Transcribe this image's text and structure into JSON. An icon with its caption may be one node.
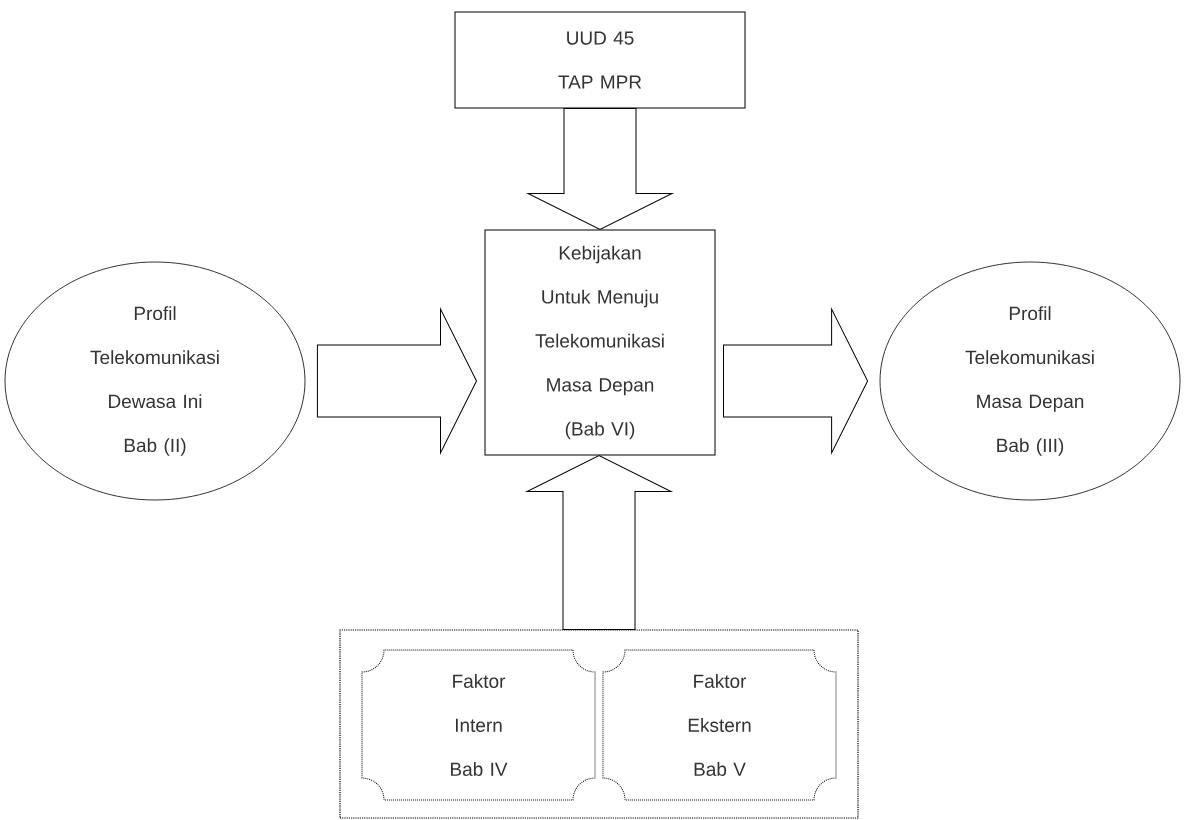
{
  "diagram": {
    "nodes": [
      {
        "text": [
          "UUD 45",
          "TAP MPR"
        ]
      },
      {
        "text": [
          "Profil Telekomunikasi Dewasa Ini",
          "Bab (II)"
        ]
      },
      {
        "text": [
          "Kebijakan Untuk Menuju Telekomunikasi Masa Depan (Bab VI)"
        ]
      },
      {
        "text": [
          "Profil Telekomunikasi Masa Depan",
          "Bab (III)"
        ]
      },
      {
        "text": [],
        "shape": "box"
      },
      {
        "text": [
          "Faktor Intern Bab IV"
        ],
        "in": 4
      },
      {
        "text": [
          "Faktor Ekstern Bab V"
        ],
        "in": 4
      }
    ],
    "edges": [
      {
        "from": 0,
        "to": 2,
        "arrow": "to"
      },
      {
        "from": 1,
        "to": 2,
        "arrow": "to"
      },
      {
        "from": 2,
        "to": 3,
        "arrow": "to"
      },
      {
        "from": 4,
        "to": 2,
        "arrow": "to"
      }
    ]
  }
}
